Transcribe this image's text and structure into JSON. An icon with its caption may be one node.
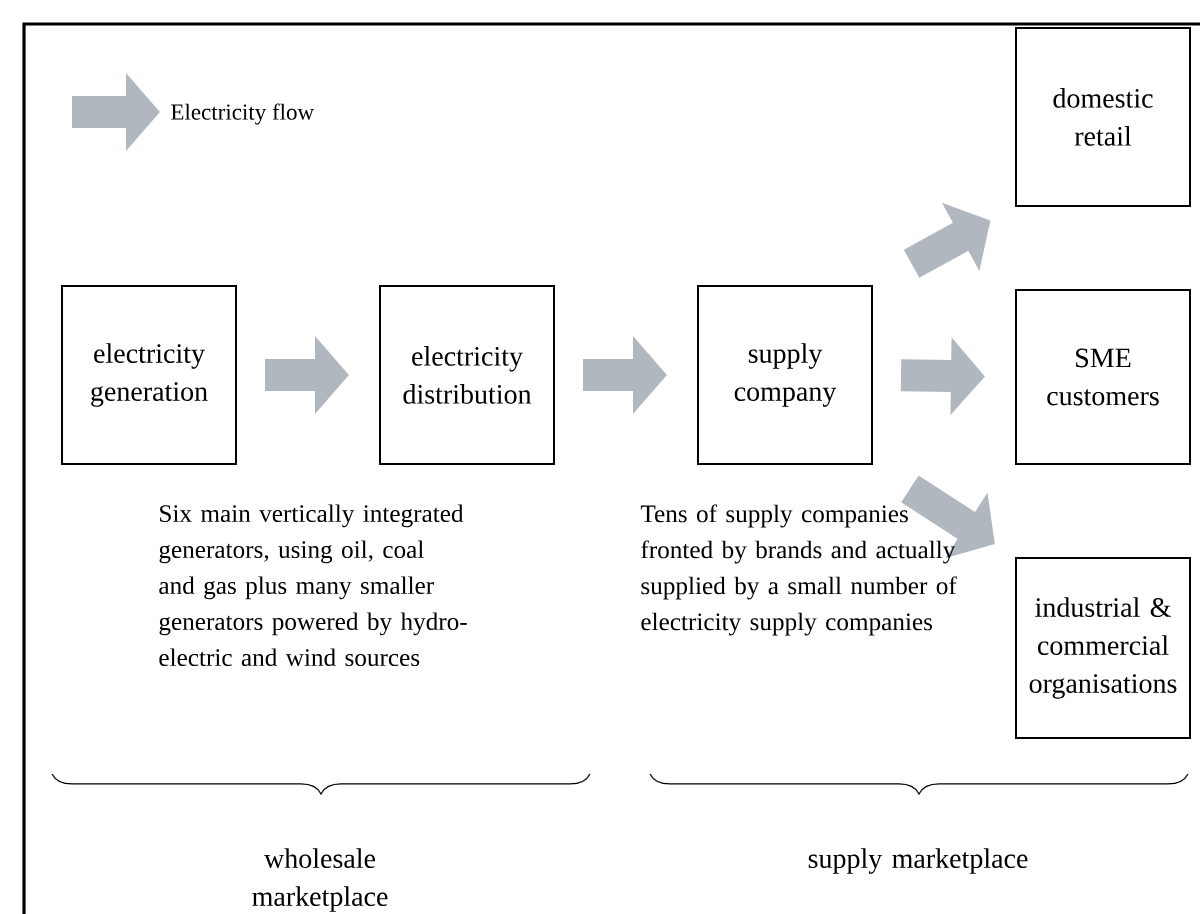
{
  "diagram": {
    "nodes": [
      {
        "text": [
          "electricity generation"
        ]
      },
      {
        "text": [
          "electricity distribution"
        ]
      },
      {
        "text": [
          "supply company"
        ]
      },
      {
        "text": [
          "domestic retail"
        ]
      },
      {
        "text": [
          "SME customers"
        ]
      },
      {
        "text": [
          "industrial & commercial organisations"
        ]
      }
    ],
    "edges": [
      {
        "from": 0,
        "to": 1,
        "arrow": "to"
      },
      {
        "from": 1,
        "to": 2,
        "arrow": "to"
      },
      {
        "from": 2,
        "to": 3,
        "arrow": "to"
      },
      {
        "from": 2,
        "to": 4,
        "arrow": "to"
      },
      {
        "from": 2,
        "to": 5,
        "arrow": "to"
      }
    ],
    "labels": [
      "Six main vertically integrated generators, using oil, coal and gas plus many smaller generators powered by hydro-electric and wind sources",
      "Tens of supply companies fronted by brands and actually supplied by a small number of electricity supply companies",
      "wholesale marketplace",
      "supply marketplace"
    ],
    "legend": [
      {
        "text": "Electricity flow"
      }
    ]
  }
}
